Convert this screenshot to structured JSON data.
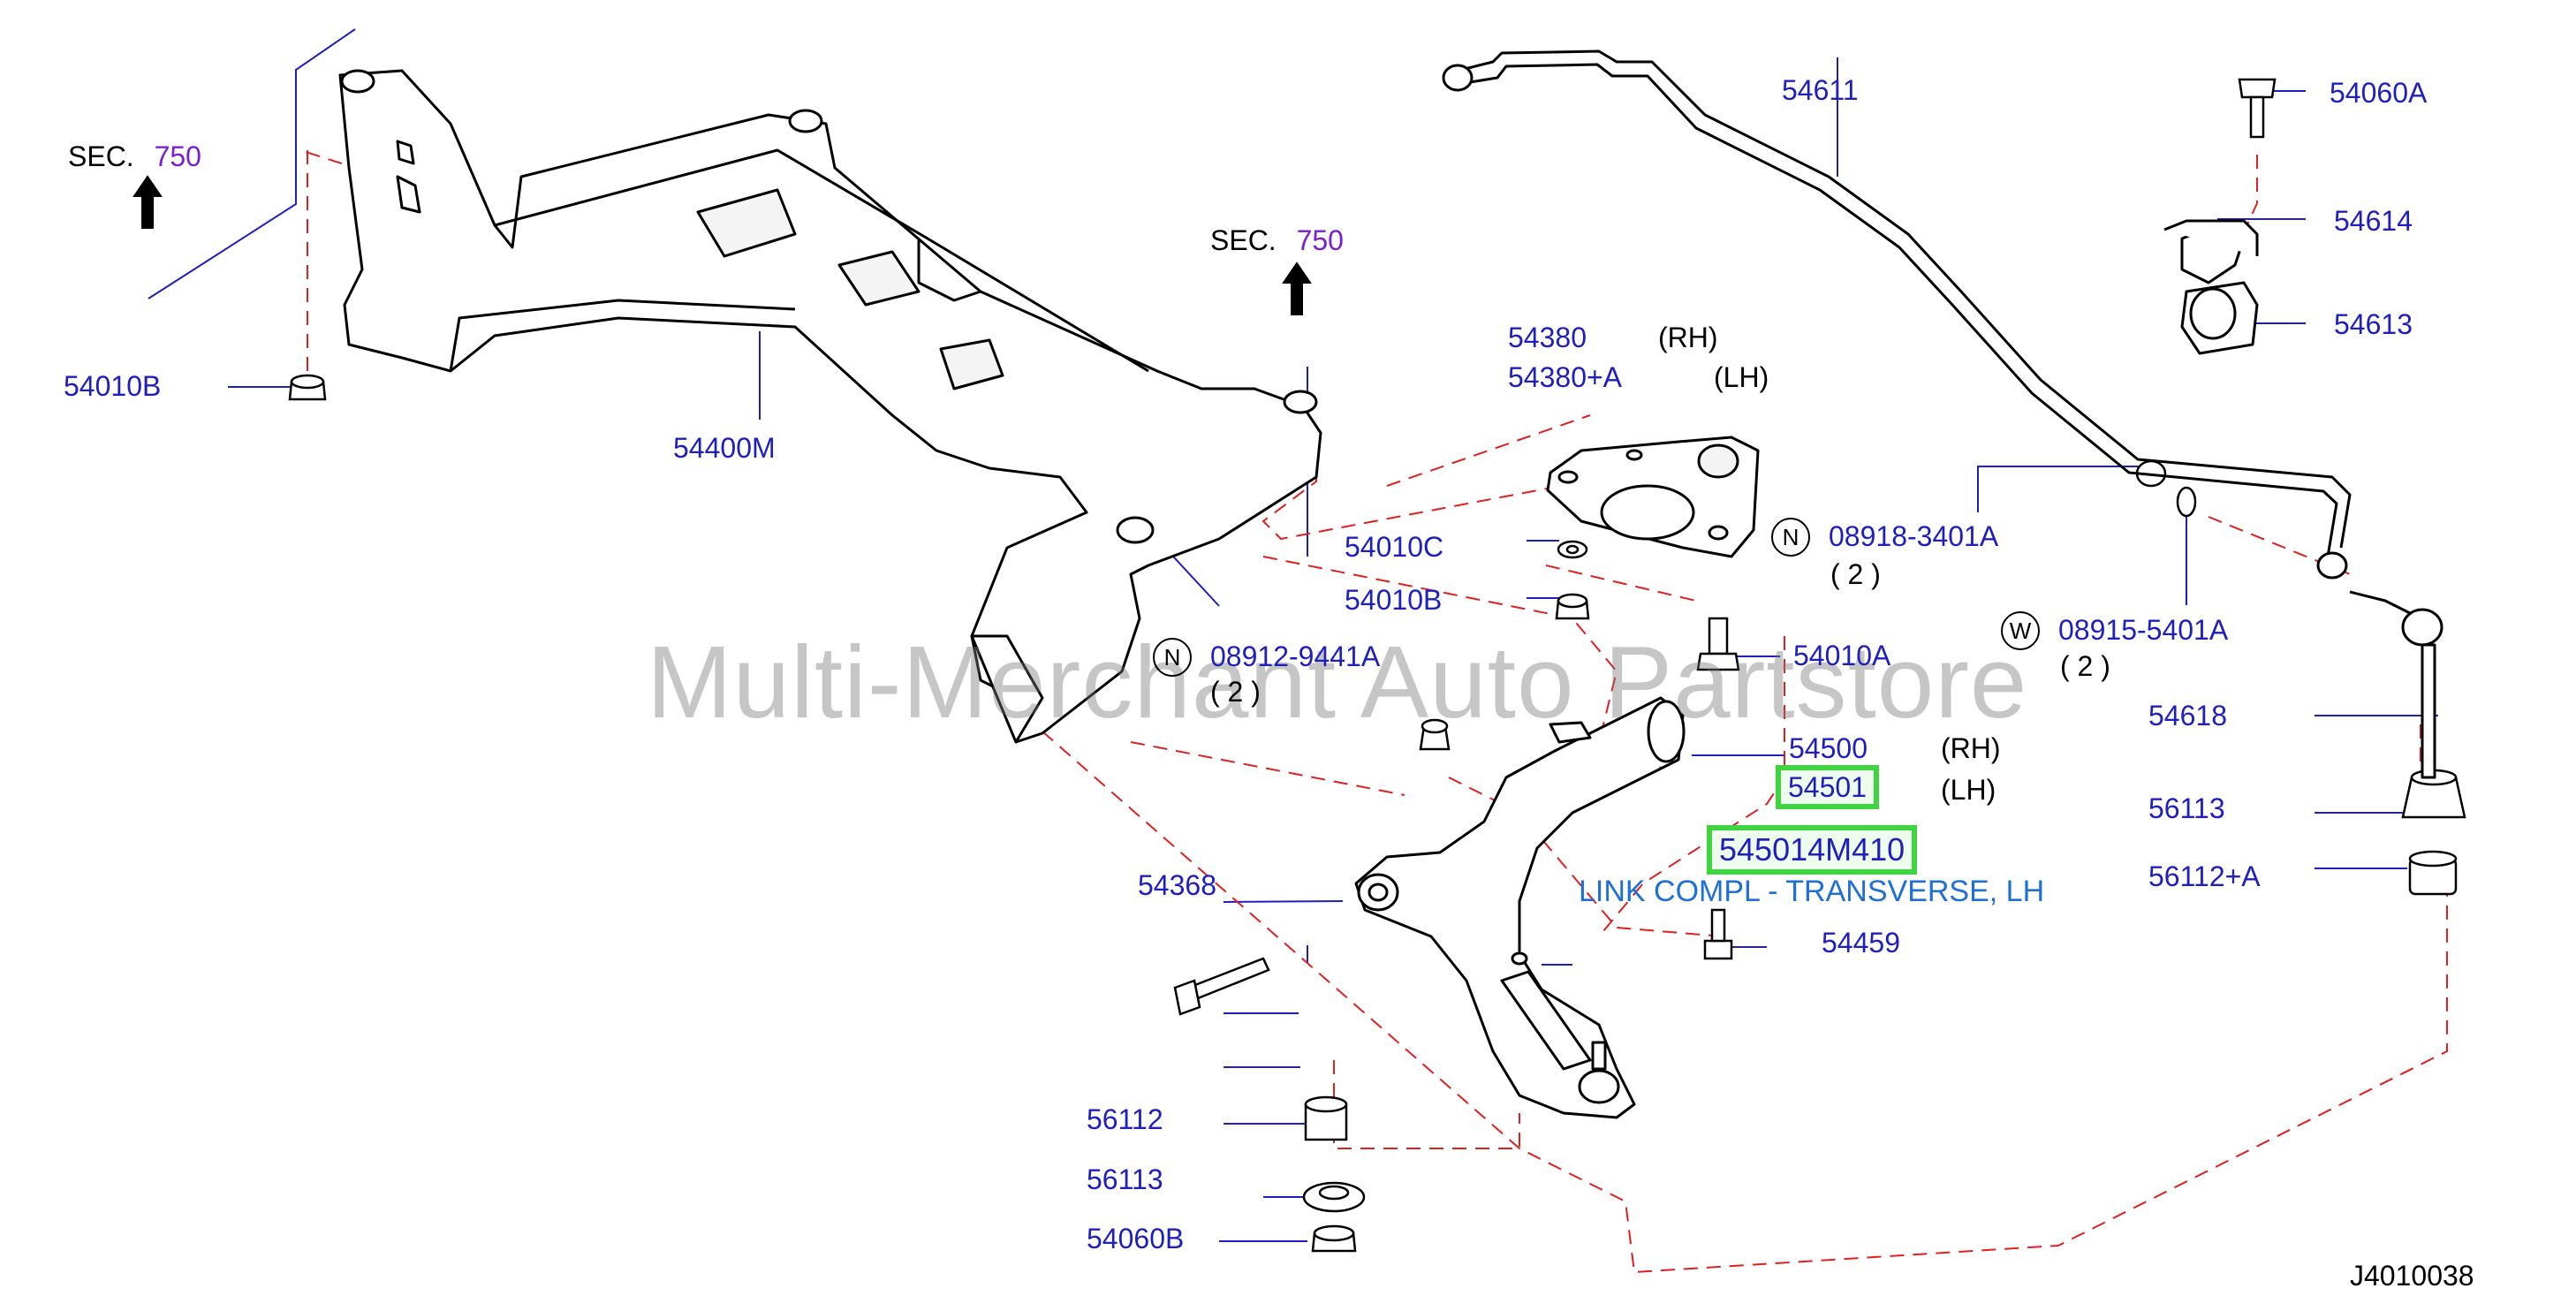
{
  "diagram_id": "J4010038",
  "watermark": "Multi-Merchant Auto Partstore",
  "sections": [
    {
      "prefix": "SEC.",
      "number": "750"
    },
    {
      "prefix": "SEC.",
      "number": "750"
    }
  ],
  "markers": {
    "N": "N",
    "W": "W"
  },
  "qty_2": "( 2 )",
  "side_rh": "(RH)",
  "side_lh": "(LH)",
  "parts": {
    "p54010B_left": "54010B",
    "p54400M": "54400M",
    "p54380": "54380",
    "p54380A": "54380+A",
    "p54010C": "54010C",
    "p54010B_mid": "54010B",
    "p08912": "08912-9441A",
    "p54010A": "54010A",
    "p54611": "54611",
    "p54060A": "54060A",
    "p54614": "54614",
    "p54613": "54613",
    "p08918": "08918-3401A",
    "p08915": "08915-5401A",
    "p54618": "54618",
    "p56113_right": "56113",
    "p56112A": "56112+A",
    "p54500": "54500",
    "p54501": "54501",
    "p545014M410": "545014M410",
    "p54368": "54368",
    "p54459": "54459",
    "p56112": "56112",
    "p56113_left": "56113",
    "p54060B": "54060B"
  },
  "description": "LINK COMPL - TRANSVERSE, LH",
  "colors": {
    "line": "#1f1fbf",
    "part": "#000000",
    "dash": "#e0201f",
    "highlight": "#41d442",
    "desc": "#1e6fd6",
    "section": "#7a1fd0"
  }
}
